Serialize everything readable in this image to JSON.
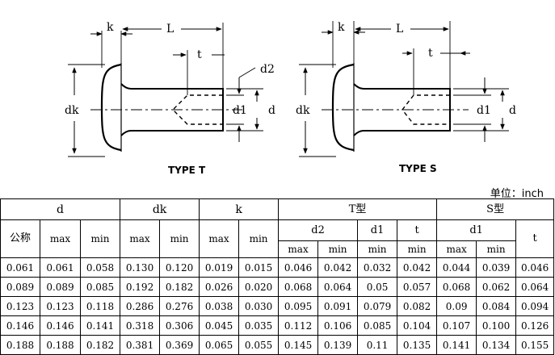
{
  "diagram": {
    "type_t_caption": "TYPE T",
    "type_s_caption": "TYPE S",
    "left_labels": {
      "k": "k",
      "L": "L",
      "t": "t",
      "d2": "d2",
      "d1": "d1",
      "d": "d",
      "dk": "dk"
    },
    "right_labels": {
      "k": "k",
      "L": "L",
      "t": "t",
      "d1": "d1",
      "d": "d",
      "dk": "dk"
    }
  },
  "unit": "单位：inch",
  "table": {
    "headers": {
      "d": "d",
      "dk": "dk",
      "k": "k",
      "t_type": "T型",
      "s_type": "S型",
      "nominal": "公称",
      "max": "max",
      "min": "min",
      "d2": "d2",
      "d1": "d1",
      "t": "t"
    },
    "rows": [
      [
        "0.061",
        "0.061",
        "0.058",
        "0.130",
        "0.120",
        "0.019",
        "0.015",
        "0.046",
        "0.042",
        "0.032",
        "0.042",
        "0.044",
        "0.039",
        "0.046"
      ],
      [
        "0.089",
        "0.089",
        "0.085",
        "0.192",
        "0.182",
        "0.026",
        "0.020",
        "0.068",
        "0.064",
        "0.05",
        "0.057",
        "0.068",
        "0.062",
        "0.064"
      ],
      [
        "0.123",
        "0.123",
        "0.118",
        "0.286",
        "0.276",
        "0.038",
        "0.030",
        "0.095",
        "0.091",
        "0.079",
        "0.082",
        "0.09",
        "0.084",
        "0.094"
      ],
      [
        "0.146",
        "0.146",
        "0.141",
        "0.318",
        "0.306",
        "0.045",
        "0.035",
        "0.112",
        "0.106",
        "0.085",
        "0.104",
        "0.107",
        "0.100",
        "0.126"
      ],
      [
        "0.188",
        "0.188",
        "0.182",
        "0.381",
        "0.369",
        "0.065",
        "0.055",
        "0.145",
        "0.139",
        "0.11",
        "0.135",
        "0.141",
        "0.134",
        "0.155"
      ]
    ]
  }
}
